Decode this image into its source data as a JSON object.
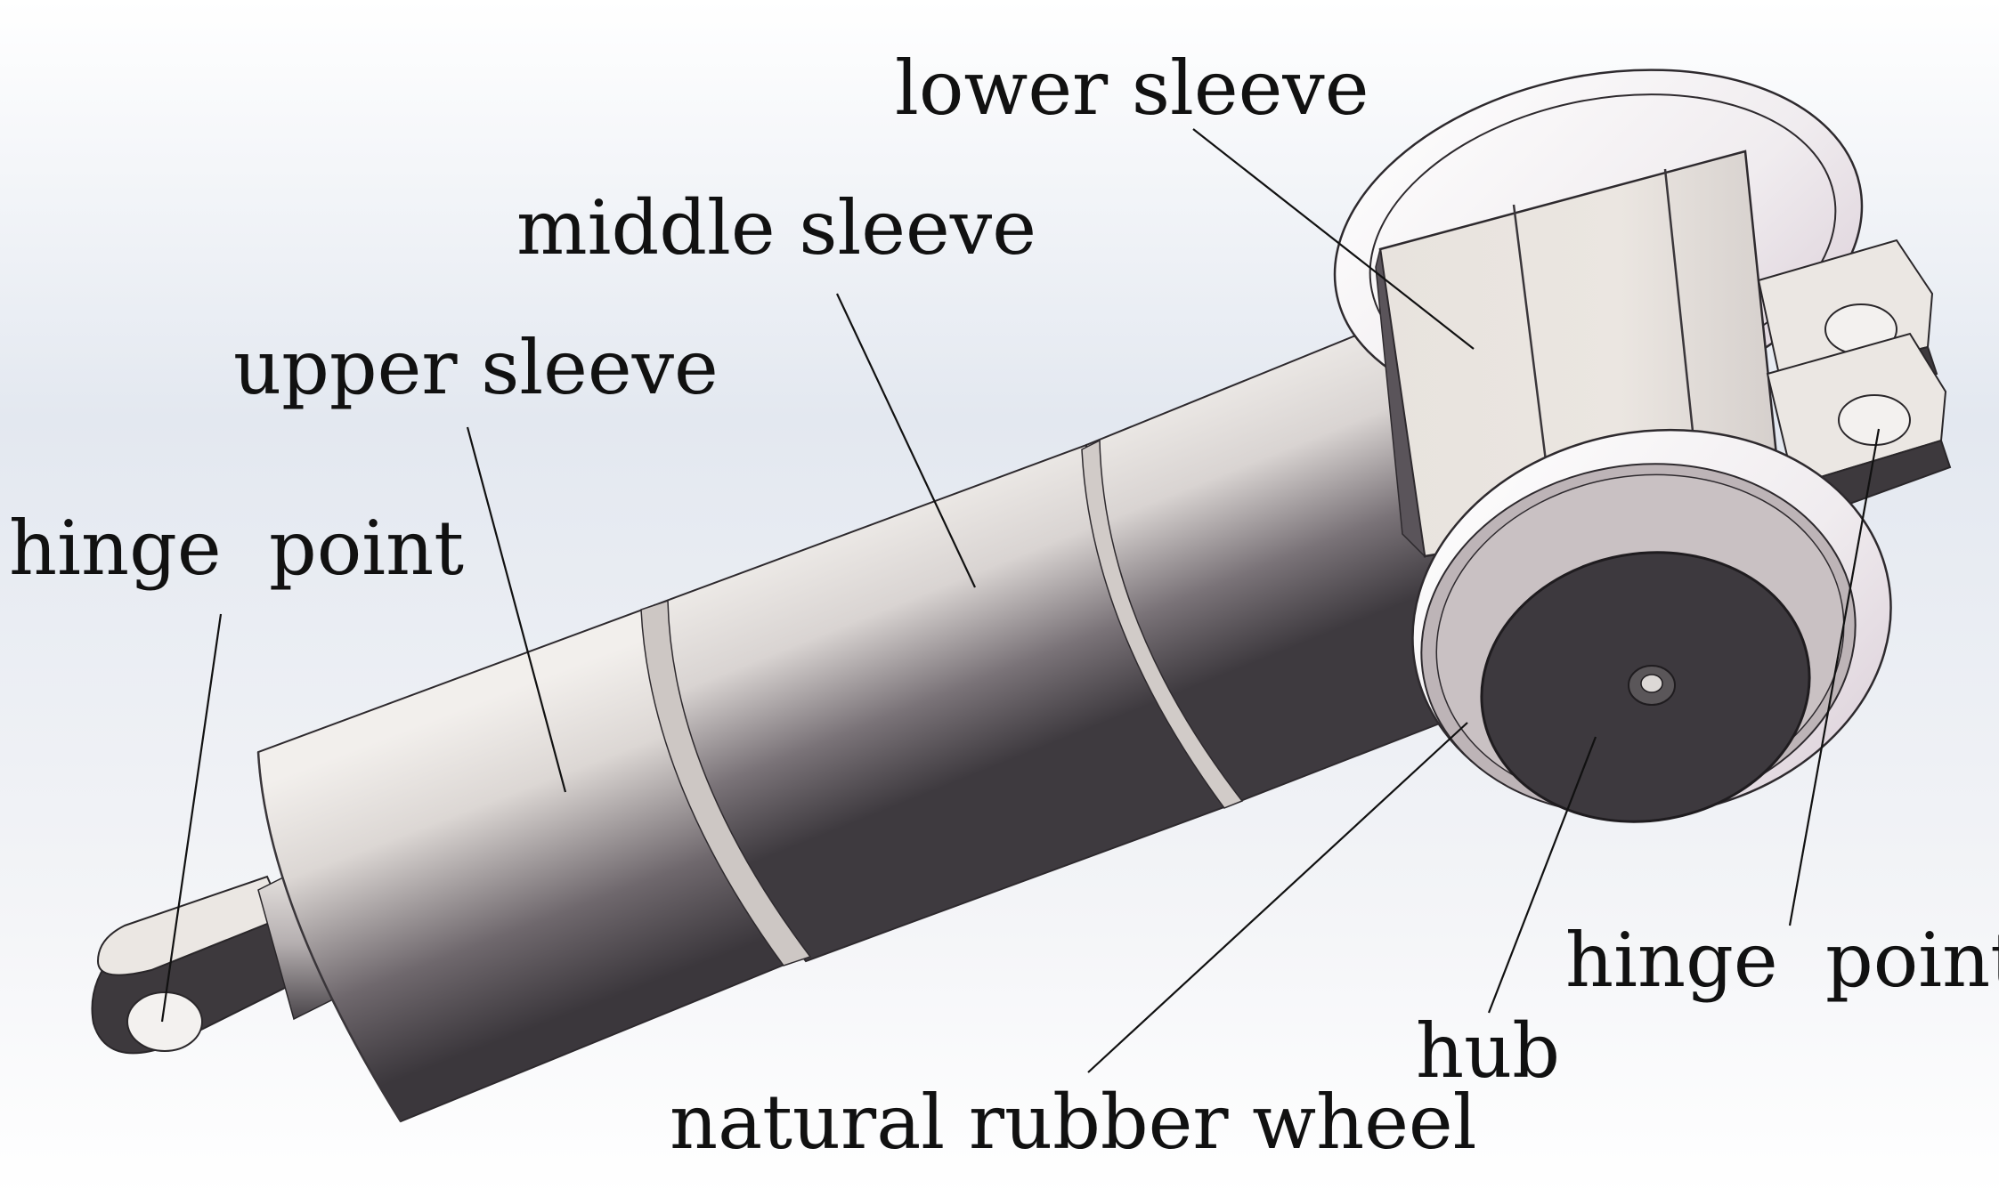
{
  "labels": {
    "lower_sleeve": "lower sleeve",
    "middle_sleeve": "middle sleeve",
    "upper_sleeve": "upper sleeve",
    "hinge_point_left": "hinge  point",
    "hinge_point_right": "hinge  point",
    "hub": "hub",
    "natural_rubber_wheel": "natural rubber wheel"
  }
}
